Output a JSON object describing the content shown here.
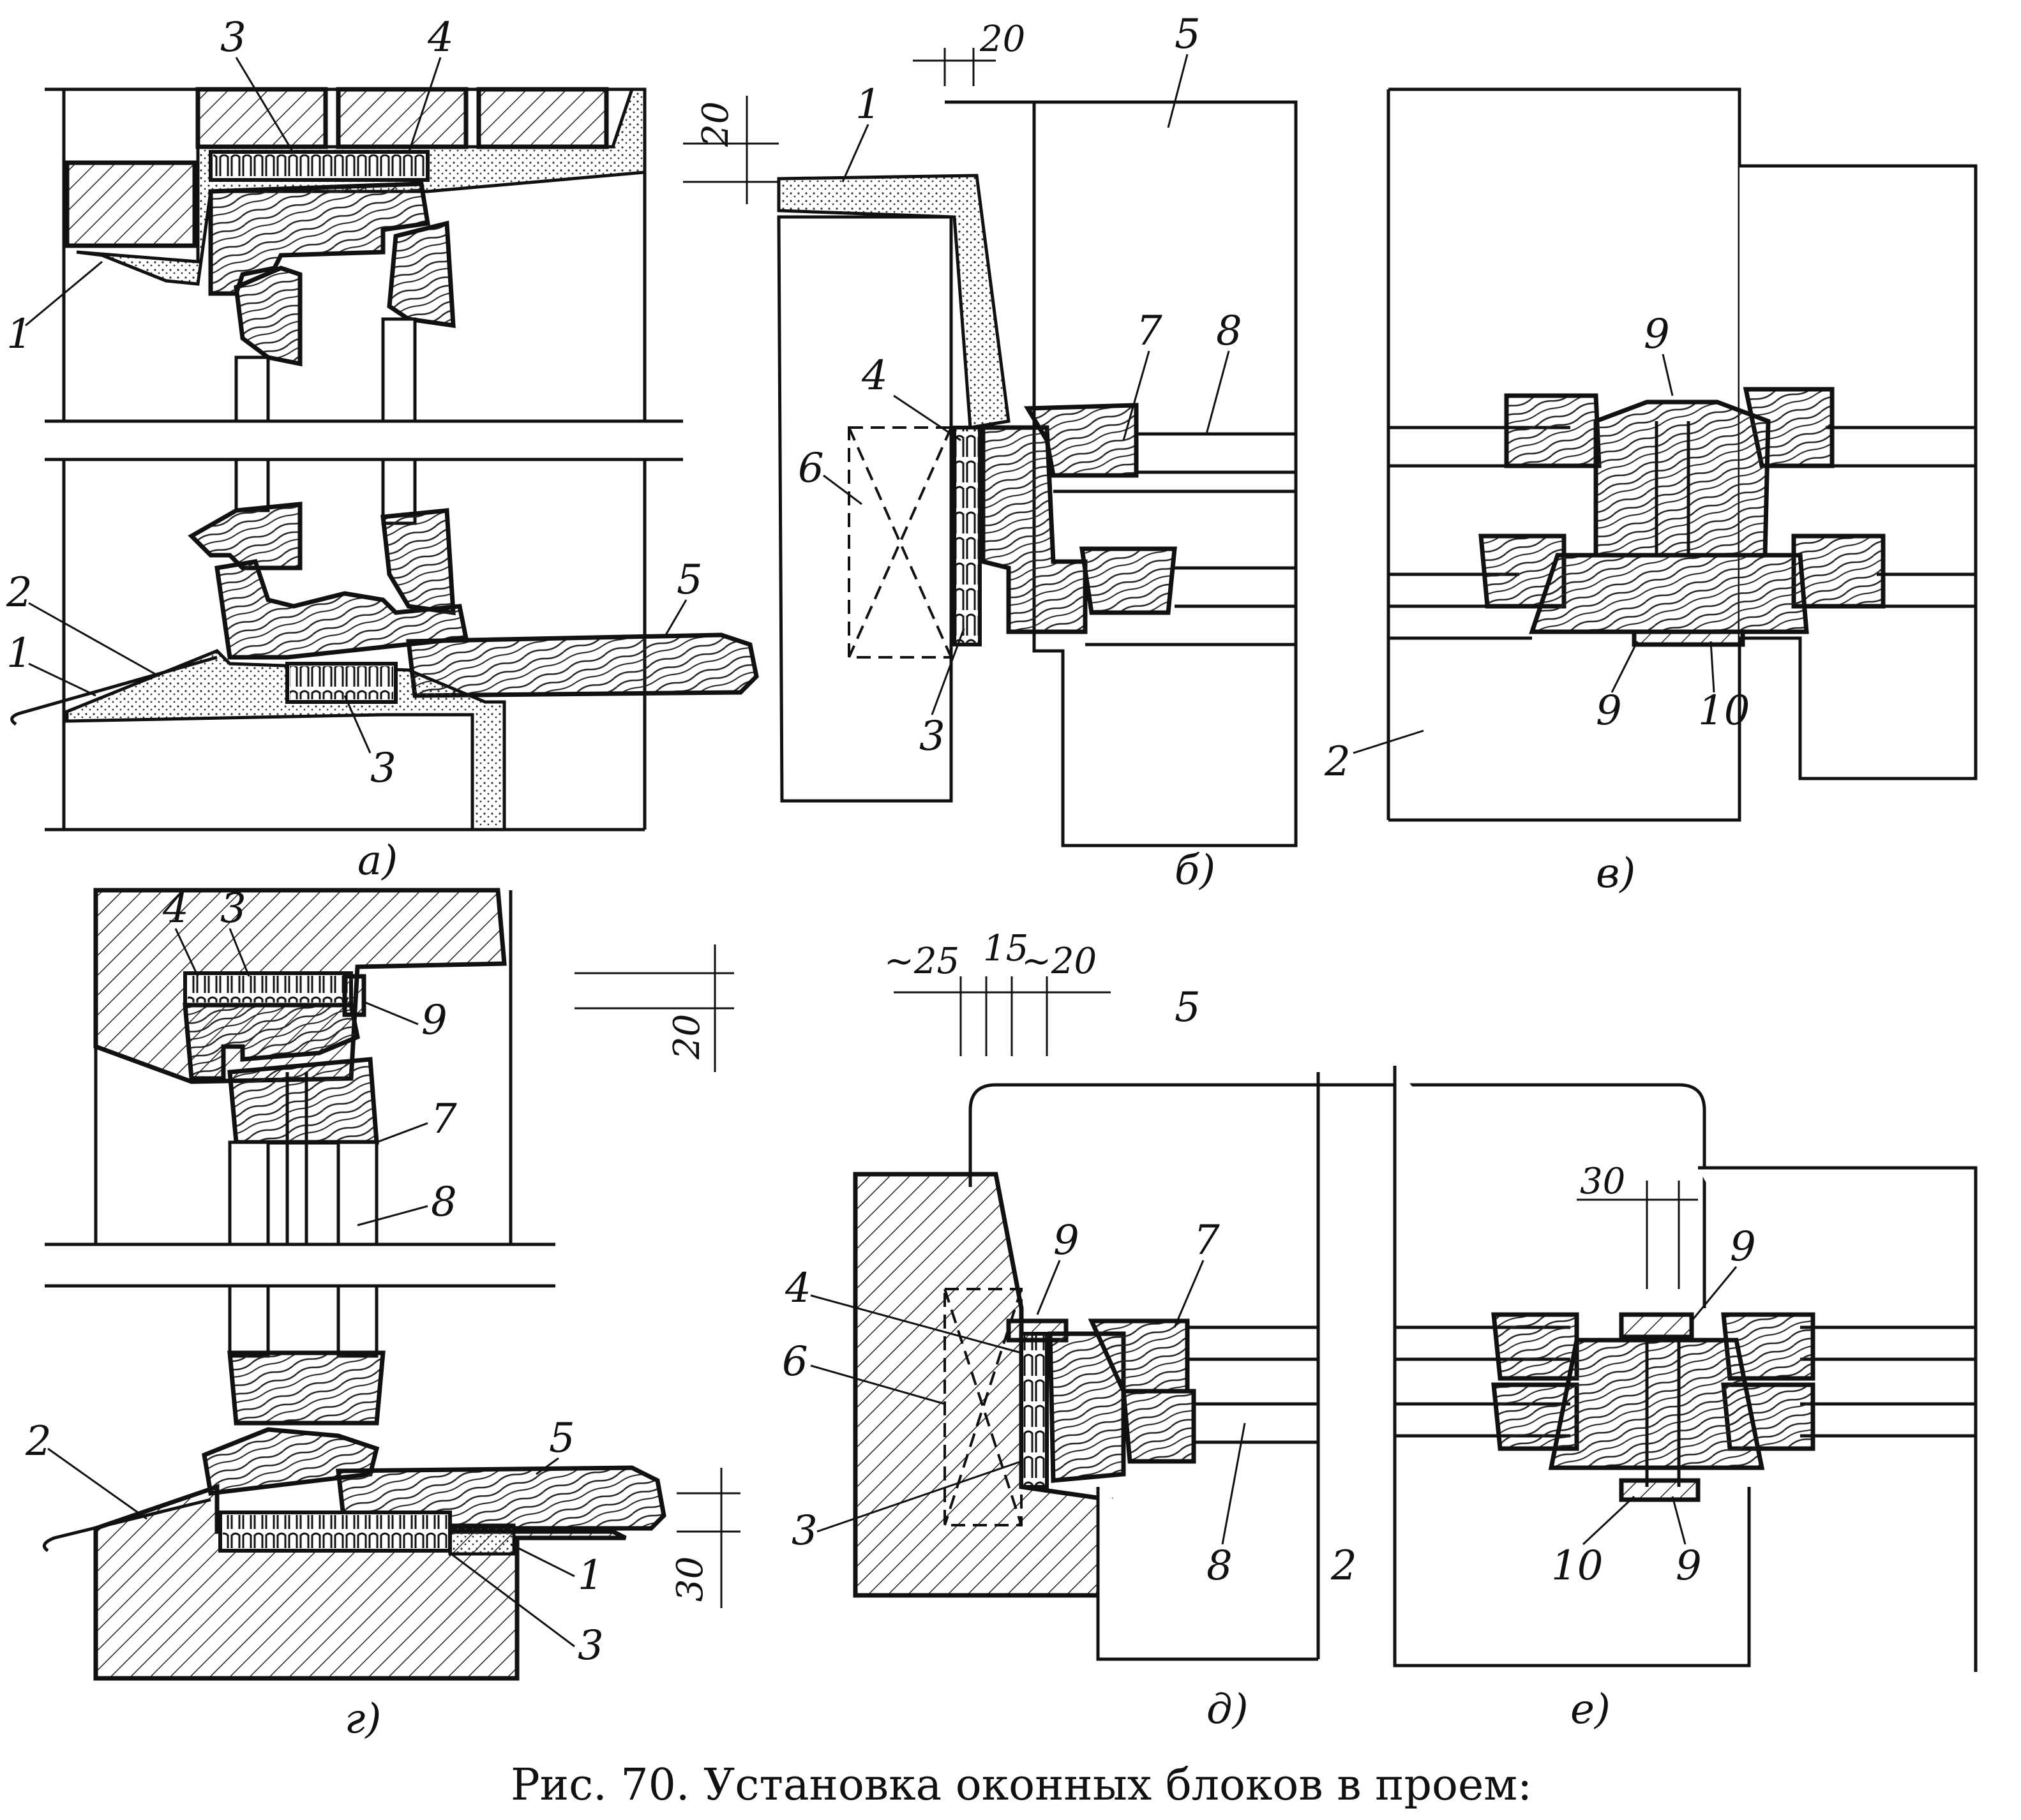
{
  "figure": {
    "caption": "Рис. 70. Установка оконных блоков в проем:",
    "subfigures": {
      "a": "а)",
      "b": "б)",
      "v": "в)",
      "g": "г)",
      "d": "д)",
      "e": "е)"
    },
    "callouts": {
      "c1": "1",
      "c2": "2",
      "c3": "3",
      "c4": "4",
      "c5": "5",
      "c6": "6",
      "c7": "7",
      "c8": "8",
      "c9": "9",
      "c10": "10"
    },
    "dimensions": {
      "d20": "20",
      "d25": "~25",
      "d15": "15",
      "d20b": "~20",
      "d30": "30"
    }
  }
}
